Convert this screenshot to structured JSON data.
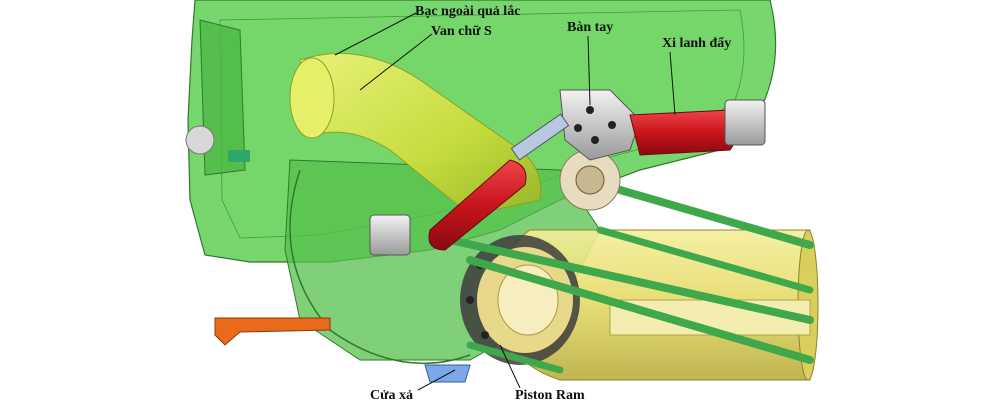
{
  "diagram": {
    "labels": {
      "outer_bushing": "Bạc ngoài quả lắc",
      "s_valve": "Van chữ S",
      "hand": "Bàn tay",
      "push_cylinder": "Xi lanh đẩy",
      "outlet": "Cửa xả",
      "piston_ram": "Piston Ram"
    },
    "colors": {
      "housing": "#5fcf55",
      "housing_dark": "#3f9a3a",
      "s_tube": "#d8e84a",
      "cylinder": "#c8141c",
      "rod": "#3ea84a",
      "delivery_pipe": "#e8e070",
      "lever": "#e86a1a",
      "outlet": "#7aa8e8",
      "metal": "#cfcfcf"
    }
  }
}
